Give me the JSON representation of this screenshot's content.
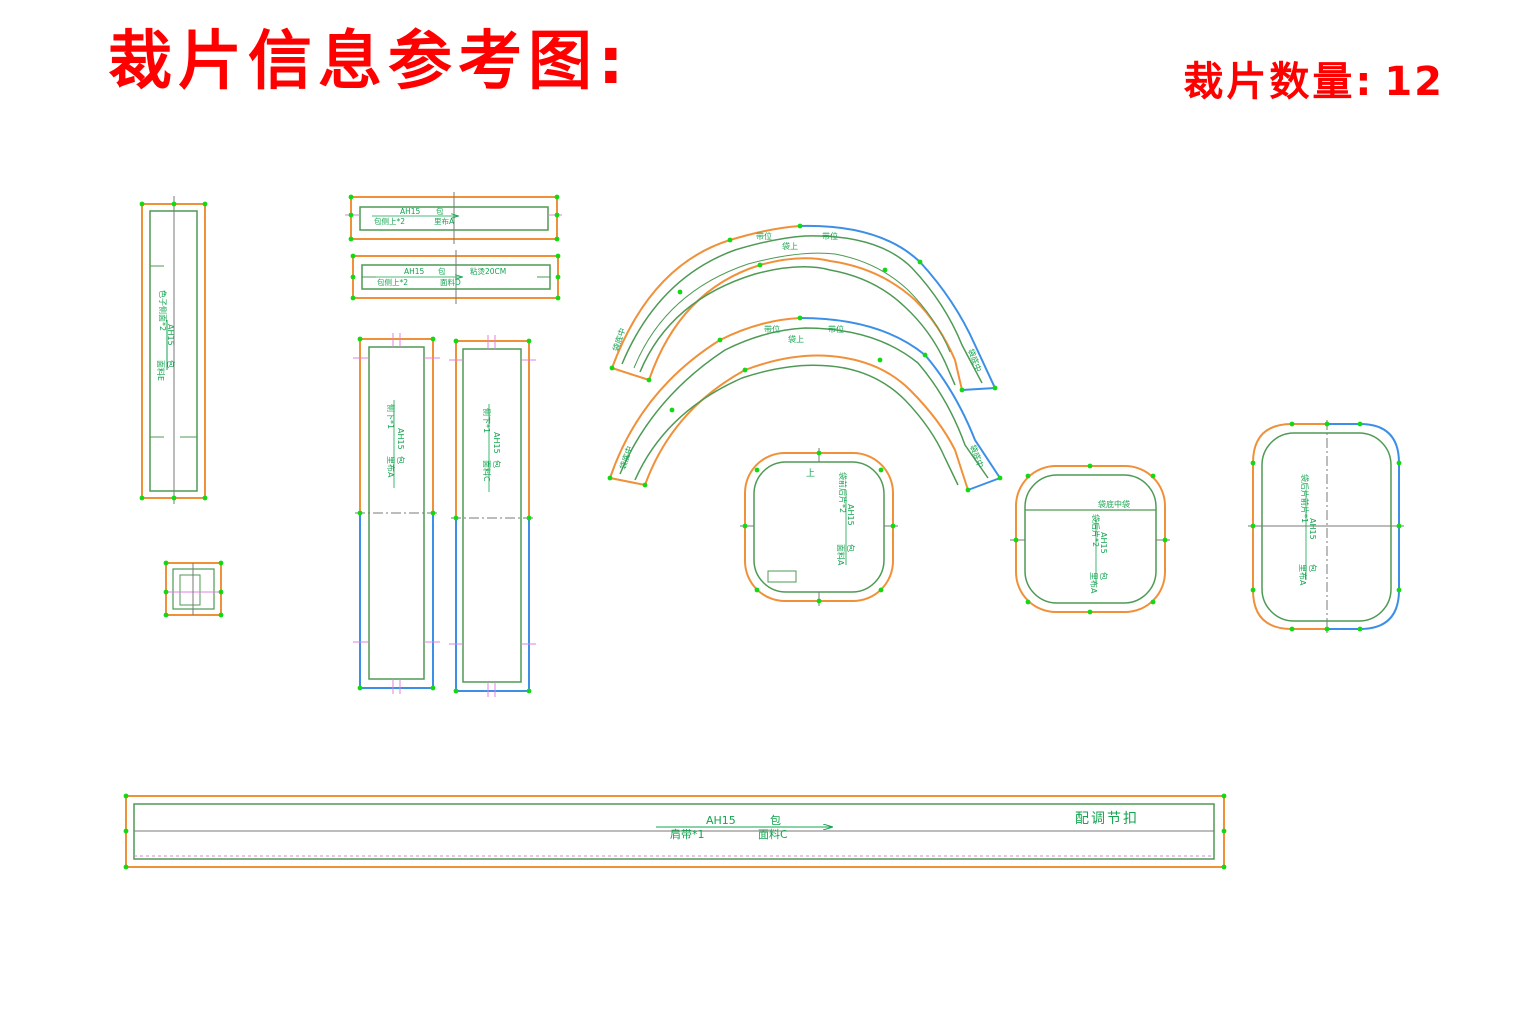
{
  "header": {
    "title": "裁片信息参考图:",
    "count_label": "裁片数量:",
    "count_value": "12"
  },
  "colors": {
    "title_red": "#ff0000",
    "seam_orange": "#f0913a",
    "seam_blue": "#3c8fe6",
    "inner_green": "#4e9a54",
    "gray": "#7a7a7a",
    "point_green": "#12d912",
    "notch_pink": "#e080e0",
    "label_green": "#13a54f"
  },
  "pieces": {
    "p1": {
      "l1": "色子侧面*2",
      "l2": "AH15",
      "l3": "包",
      "l4": "面料E"
    },
    "p2": {
      "l1": "AH15",
      "l2": "包",
      "l3": "包侧上*2",
      "l4": "里布A"
    },
    "p3": {
      "l1": "AH15",
      "l2": "包",
      "l3": "粘烫20CM",
      "l4": "包侧上*2",
      "l5": "面料D"
    },
    "p4": {
      "l1": "侧下*1",
      "l2": "AH15",
      "l3": "包",
      "l4": "里布A"
    },
    "p5": {
      "l1": "侧下*1",
      "l2": "AH15",
      "l3": "包",
      "l4": "面料C"
    },
    "arc1": {
      "l1": "带位",
      "l2": "带位",
      "l3": "袋上",
      "l4": "袋底中",
      "l5": "袋底中"
    },
    "arc2": {
      "l1": "带位",
      "l2": "带位",
      "l3": "袋上",
      "l4": "袋底中",
      "l5": "袋底中"
    },
    "r1": {
      "l1": "上",
      "l2": "袋前后片*2",
      "l3": "AH15",
      "l4": "包",
      "l5": "面料A"
    },
    "r2": {
      "l1": "袋底中袋",
      "l2": "袋后片*2",
      "l3": "AH15",
      "l4": "包",
      "l5": "里布A"
    },
    "r3": {
      "l1": "袋后片前片*1",
      "l2": "AH15",
      "l3": "包",
      "l4": "里布A"
    },
    "strap": {
      "l1": "AH15",
      "l2": "包",
      "l3": "肩带*1",
      "l4": "面料C",
      "l5": "配调节扣"
    }
  }
}
